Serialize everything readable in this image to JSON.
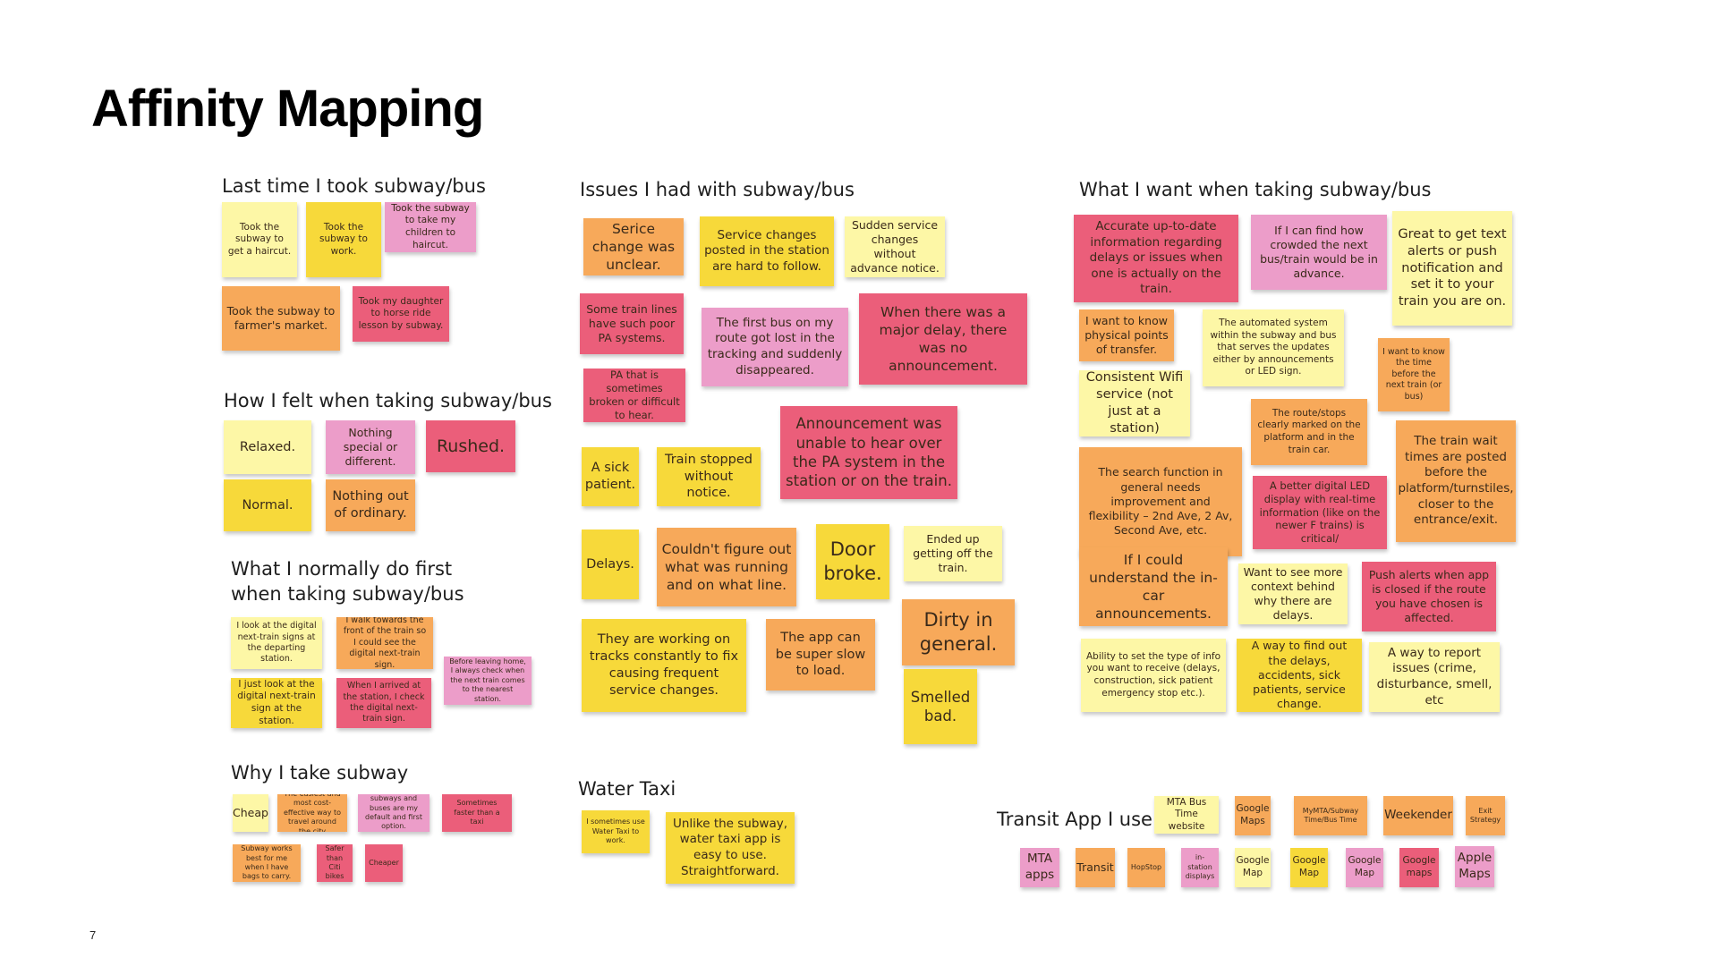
{
  "title": "Affinity Mapping",
  "page_number": "7",
  "colors": {
    "light_yellow": "#fdf7a6",
    "yellow": "#f7d93a",
    "orange": "#f7a95a",
    "pink": "#ec9dc9",
    "red": "#eb5e7a"
  },
  "sections": {
    "last_time": {
      "heading": "Last time I took subway/bus",
      "notes": [
        "Took the subway to get a haircut.",
        "Took the subway to work.",
        "Took the subway to take my children to haircut.",
        "Took the subway to farmer's market.",
        "Took my daughter to horse ride lesson by subway."
      ]
    },
    "how_felt": {
      "heading": "How I felt  when taking subway/bus",
      "notes": [
        "Relaxed.",
        "Nothing special or different.",
        "Rushed.",
        "Normal.",
        "Nothing out of ordinary."
      ]
    },
    "do_first": {
      "heading": "What I normally do first when taking subway/bus",
      "notes": [
        "I look at the digital next-train signs at the departing station.",
        "I walk towards the front of the train so I could see the digital next-train sign.",
        "Before leaving home, I always check when the next train comes to the nearest station.",
        "I just look at the digital next-train sign at the station.",
        "When I arrived at the station, I check the digital next-train sign."
      ]
    },
    "why_subway": {
      "heading": "Why I take subway",
      "notes": [
        "Cheap",
        "The easiest and most cost-effective way to travel around the city",
        "subways and buses are my default and first option.",
        "Sometimes faster than a taxi",
        "Subway works best for me when I have bags to carry.",
        "Safer than Citi bikes",
        "Cheaper"
      ]
    },
    "issues": {
      "heading": "Issues I had with subway/bus",
      "notes": [
        "Serice change was unclear.",
        "Service changes posted in the station are hard to follow.",
        "Sudden service changes without advance notice.",
        "Some train lines have such poor PA systems.",
        "The first bus on my route got lost in the tracking and suddenly disappeared.",
        "When there was a major delay, there was no announcement.",
        "PA that is sometimes broken or difficult to hear.",
        "Announcement was unable to hear over the PA system in the station or on the train.",
        "A sick patient.",
        "Train stopped without notice.",
        "Delays.",
        "Couldn't figure out what was running and on what line.",
        "Door broke.",
        "Ended up getting off the train.",
        "Dirty in general.",
        "They are working on tracks constantly to fix causing frequent service changes.",
        "The app can be super slow to load.",
        "Smelled bad."
      ]
    },
    "water_taxi": {
      "heading": "Water Taxi",
      "notes": [
        "I sometimes use Water Taxi to work.",
        "Unlike the subway, water taxi app is easy to use. Straightforward."
      ]
    },
    "want": {
      "heading": "What I want when taking subway/bus",
      "notes": [
        "Accurate up-to-date information regarding delays or issues when one is actually on the train.",
        "If I can find how crowded the next bus/train would be in advance.",
        "Great to get text alerts or push notification and set it to your train you are on.",
        "I want to know physical points of transfer.",
        "The automated system within the subway and bus that serves the updates either by announcements or LED sign.",
        "I want to know the time before the next train (or bus)",
        "Consistent Wifi service (not just at a station)",
        "The route/stops clearly marked on the platform and in the train car.",
        "The search function in general needs improvement and flexibility – 2nd Ave, 2 Av, Second Ave, etc.",
        "A better digital LED display with real-time information (like on the newer F trains) is critical/",
        "The train wait times are posted before the platform/turnstiles, closer to the entrance/exit.",
        "If I could understand the in-car announcements.",
        "Want to see more context behind why there are delays.",
        "Push alerts when app is closed if the route you have chosen is affected.",
        "Ability to set the type of info you want to receive (delays, construction, sick patient emergency stop etc.).",
        "A way to find out the delays, accidents, sick patients, service change.",
        "A way to report issues (crime, disturbance, smell, etc"
      ]
    },
    "transit_app": {
      "heading": "Transit App I use",
      "notes": [
        "MTA Bus Time website",
        "Google Maps",
        "MyMTA/Subway Time/Bus Time",
        "Weekender",
        "Exit Strategy",
        "MTA apps",
        "Transit",
        "HopStop",
        "in-station displays",
        "Google Map",
        "Google Map",
        "Google Map",
        "Google maps",
        "Apple Maps"
      ]
    }
  }
}
